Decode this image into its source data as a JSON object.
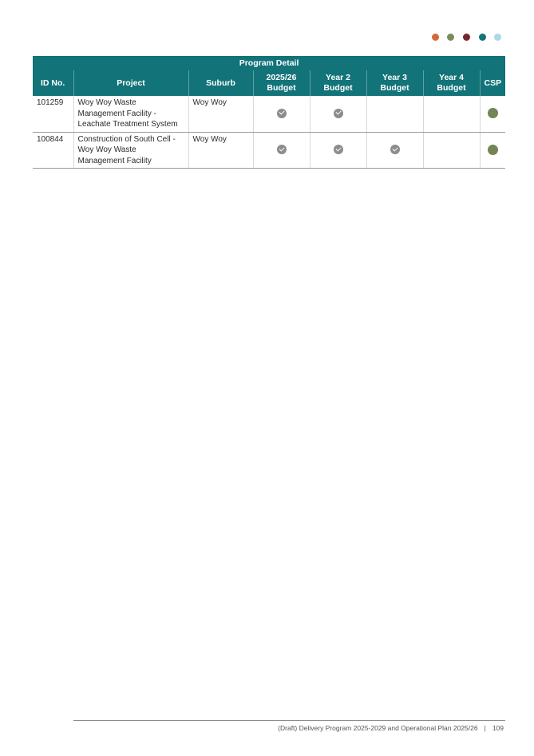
{
  "header_dots": [
    {
      "name": "orange-dot",
      "color": "#d2693a"
    },
    {
      "name": "olive-dot",
      "color": "#7d8a5e"
    },
    {
      "name": "maroon-dot",
      "color": "#7a2530"
    },
    {
      "name": "teal-dot",
      "color": "#127378"
    },
    {
      "name": "light-blue-dot",
      "color": "#a9d9ea"
    }
  ],
  "table": {
    "group_title": "Program Detail",
    "columns": {
      "id": "ID No.",
      "project": "Project",
      "suburb": "Suburb",
      "budget_current": "2025/26 Budget",
      "year2": "Year 2 Budget",
      "year3": "Year 3 Budget",
      "year4": "Year 4 Budget",
      "csp": "CSP"
    },
    "rows": [
      {
        "id": "101259",
        "project": "Woy Woy Waste Management Facility - Leachate Treatment System",
        "suburb": "Woy Woy",
        "budget_current": true,
        "year2": true,
        "year3": false,
        "year4": false,
        "csp_color": "#738556"
      },
      {
        "id": "100844",
        "project": "Construction of South Cell - Woy Woy Waste Management Facility",
        "suburb": "Woy Woy",
        "budget_current": true,
        "year2": true,
        "year3": true,
        "year4": false,
        "csp_color": "#738556"
      }
    ]
  },
  "footer": {
    "title": "(Draft) Delivery Program 2025-2029 and Operational Plan 2025/26",
    "separator": "|",
    "page_number": "109"
  }
}
